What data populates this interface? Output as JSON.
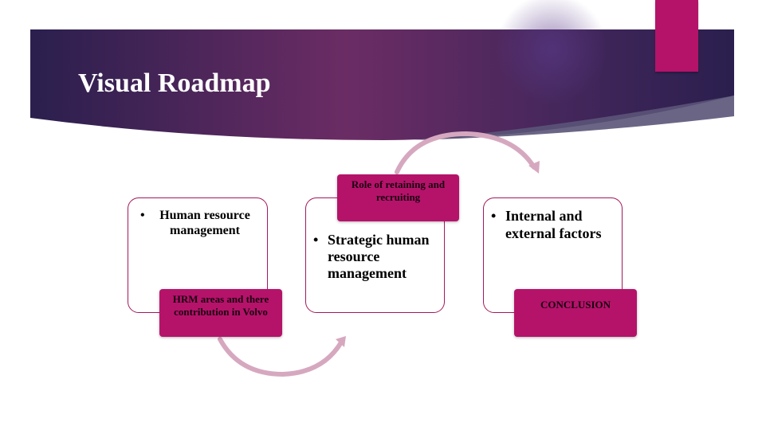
{
  "slide": {
    "title": "Visual Roadmap",
    "colors": {
      "banner_dark": "#2a1f4e",
      "banner_mid": "#6b2c64",
      "accent": "#b5136a",
      "card_border": "#a3195b",
      "arrow": "#d6a8bf"
    }
  },
  "roadmap": {
    "steps": [
      {
        "bullet": "Human resource management",
        "label": "HRM areas and there contribution in Volvo"
      },
      {
        "bullet": "Strategic human resource management",
        "label": "Role of retaining and recruiting"
      },
      {
        "bullet": "Internal and external factors",
        "label": "CONCLUSION"
      }
    ]
  }
}
